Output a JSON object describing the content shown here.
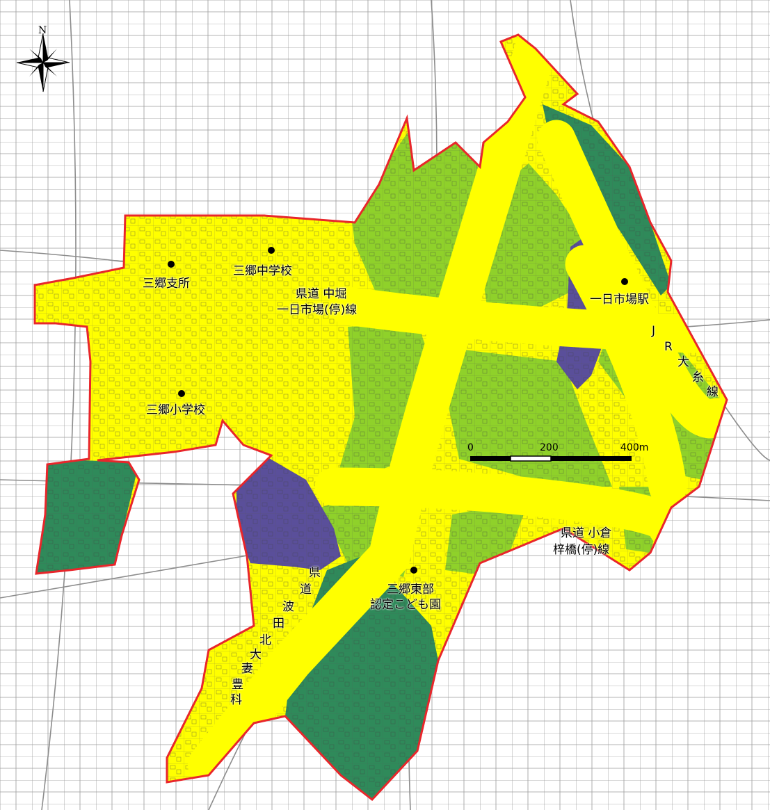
{
  "compass": {
    "north_label": "N",
    "icon": "compass-rose-icon"
  },
  "colors": {
    "boundary": "#e8262b",
    "yellow_zone": "#ffff00",
    "light_green_zone": "#8fd12a",
    "dark_green_zone": "#2f8a5a",
    "purple_zone": "#5a4f9a"
  },
  "facilities": [
    {
      "id": "misato-branch",
      "label": "三郷支所"
    },
    {
      "id": "misato-jhs",
      "label": "三郷中学校"
    },
    {
      "id": "misato-es",
      "label": "三郷小学校"
    },
    {
      "id": "hitoichiba-station",
      "label": "一日市場駅"
    },
    {
      "id": "misato-east-kindergarten",
      "label_lines": [
        "三郷東部",
        "認定こども園"
      ]
    }
  ],
  "roads": {
    "nakabori": {
      "line1": "県道 中堀",
      "line2": "一日市場(停)線"
    },
    "ogura": {
      "line1": "県道 小倉",
      "line2": "梓橋(停)線"
    },
    "hatakita": [
      "県",
      "道",
      "波",
      "田",
      "北",
      "大",
      "妻",
      "豊",
      "科"
    ],
    "jr_oito": [
      "J",
      "R",
      "大",
      "糸",
      "線"
    ]
  },
  "scale": {
    "labels": [
      "0",
      "200",
      "400m"
    ]
  }
}
